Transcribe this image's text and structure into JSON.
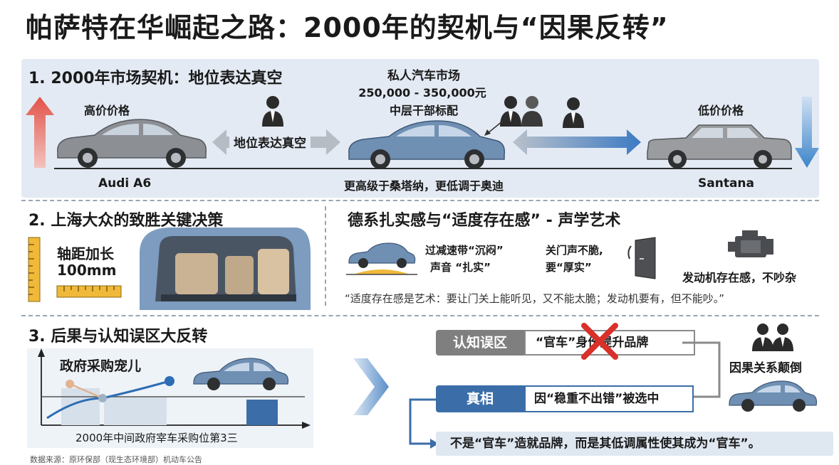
{
  "title": "帕萨特在华崛起之路：2000年的契机与“因果反转”",
  "section1": {
    "heading": "1. 2000年市场契机：地位表达真空",
    "left_price_label": "高价价格",
    "right_price_label": "低价价格",
    "gap_label": "地位表达真空",
    "market_title": "私人汽车市场",
    "market_price": "250,000 - 350,000元",
    "market_target": "中层干部标配",
    "car_left": "Audi A6",
    "car_right": "Santana",
    "middle_caption": "更高级于桑塔纳，更低调于奥迪"
  },
  "section2": {
    "heading": "2. 上海大众的致胜关键决策",
    "wheelbase_title": "轴距加长",
    "wheelbase_value": "100mm",
    "acoustic_heading": "德系扎实感与“适度存在感” - 声学艺术",
    "bump_line1": "过减速带“沉闷”",
    "bump_line2": "声音 “扎实”",
    "door_line1": "关门声不脆,",
    "door_line2": "要“厚实”",
    "engine_label": "发动机存在感，不吵杂",
    "quote": "“适度存在感是艺术：要让门关上能听见，又不能太脆；发动机要有，但不能吵。”"
  },
  "section3": {
    "heading": "3. 后果与认知误区大反转",
    "chart_label": "政府采购宠儿",
    "chart_caption": "2000年中间政府宰车采购位第3三",
    "myth_tag": "认知误区",
    "myth_text": "“官车”身份提升品牌",
    "truth_tag": "真相",
    "truth_text": "因“稳重不出错”被选中",
    "reversal_label": "因果关系颠倒",
    "conclusion": "不是“官车”造就品牌，而是其低调属性使其成为“官车”。"
  },
  "source": "数据来源：原环保部（现生态环境部）机动车公告",
  "colors": {
    "panel_bg": "#e3eaf3",
    "accent_blue": "#3b6ea8",
    "red_arrow": "#e2524a",
    "cross_red": "#d9302a",
    "car_blue": "#6f8fb3",
    "car_gray": "#8c8f94"
  },
  "icons": [
    "up-arrow-icon",
    "down-arrow-icon",
    "person-icon",
    "ruler-icon",
    "door-icon",
    "engine-icon",
    "cross-icon",
    "arrow-right-icon"
  ]
}
